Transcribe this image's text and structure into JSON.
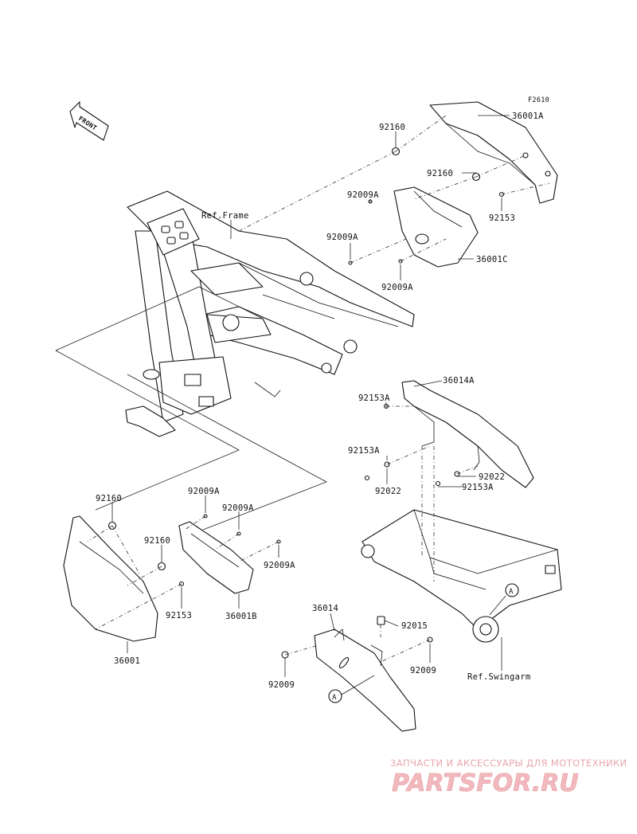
{
  "diagram": {
    "figure_code": "F2610",
    "front_arrow_text": "FRONT",
    "callouts": {
      "p36001A": "36001A",
      "p92160_a": "92160",
      "p92160_b": "92160",
      "p92009A_a": "92009A",
      "p92009A_b": "92009A",
      "p92153_a": "92153",
      "p36001C": "36001C",
      "p92009A_c": "92009A",
      "ref_frame": "Ref.Frame",
      "p36014A": "36014A",
      "p92153A_a": "92153A",
      "p92153A_b": "92153A",
      "p92022_a": "92022",
      "p92022_b": "92022",
      "p92153A_c": "92153A",
      "p92160_c": "92160",
      "p92009A_d": "92009A",
      "p92009A_e": "92009A",
      "p92160_d": "92160",
      "p92009A_f": "92009A",
      "p92153_b": "92153",
      "p36001B": "36001B",
      "p36001": "36001",
      "p36014": "36014",
      "p92015": "92015",
      "p92009_a": "92009",
      "p92009_b": "92009",
      "ref_swingarm": "Ref.Swingarm",
      "ref_A_1": "A",
      "ref_A_2": "A"
    }
  },
  "watermark": {
    "tagline": "ЗАПЧАСТИ И АКСЕССУАРЫ ДЛЯ МОТОТЕХНИКИ",
    "brand": "PARTSFOR.RU"
  }
}
